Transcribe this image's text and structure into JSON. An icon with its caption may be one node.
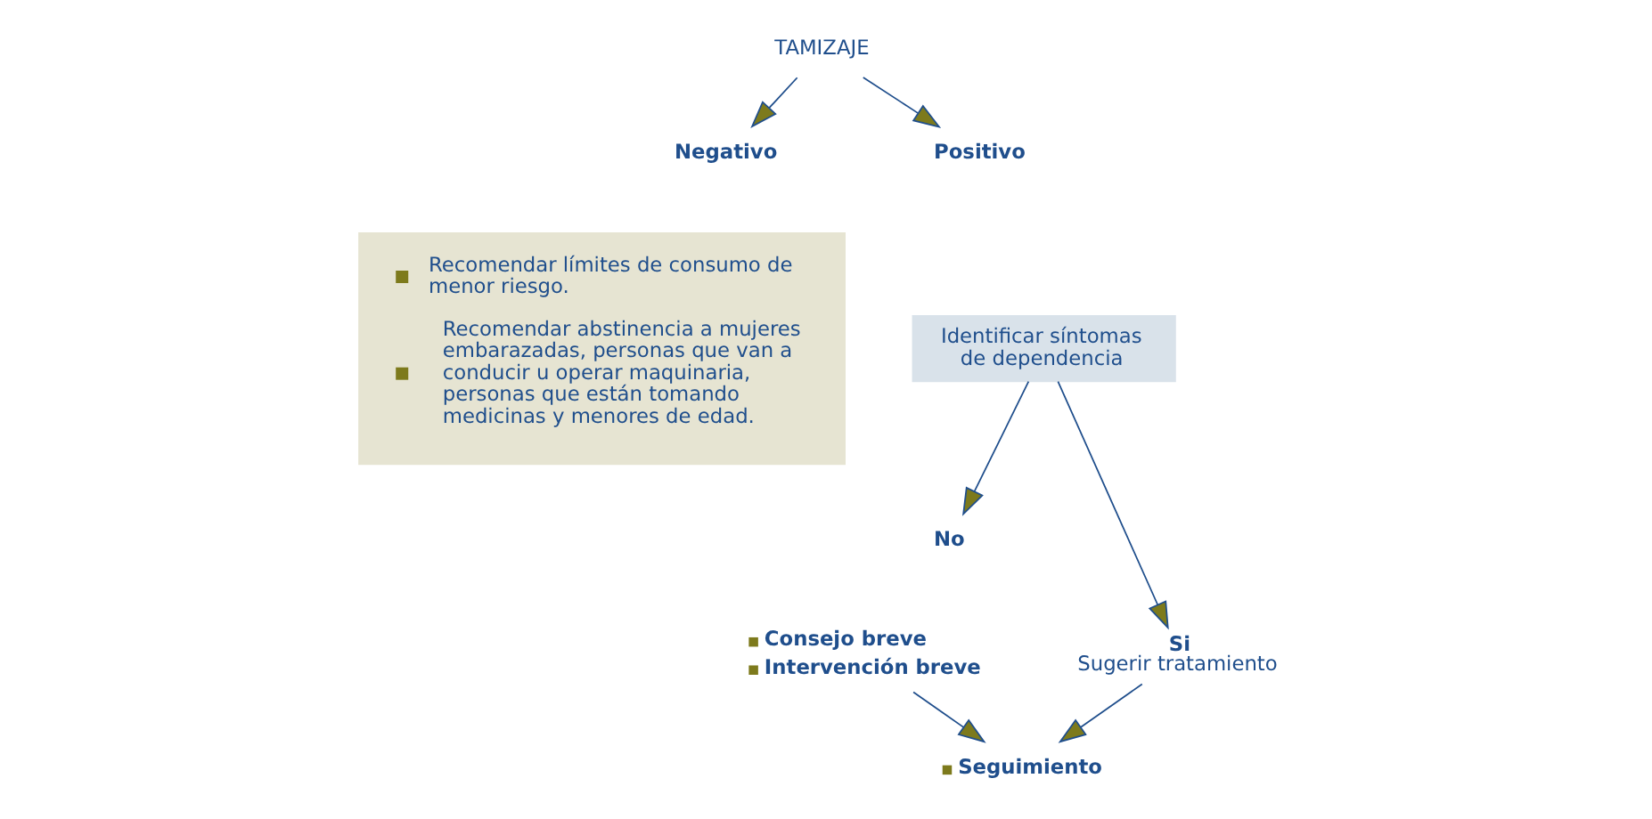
{
  "diagram": {
    "nodes": [
      {
        "text": [
          "TAMIZAJE"
        ]
      },
      {
        "text": [
          "Negativo"
        ]
      },
      {
        "text": [
          "Recomendar límites de consumo de menor riesgo.",
          "Recomendar abstinencia a mujeres embarazadas, personas que van a conducir u operar maquinaria, personas que están tomando medicinas y menores de edad."
        ]
      },
      {
        "text": [
          "Positivo"
        ]
      },
      {
        "text": [
          "Identificar síntomas de dependencia"
        ]
      },
      {
        "text": [
          "No"
        ]
      },
      {
        "text": [
          "Si",
          "Sugerir tratamiento"
        ]
      },
      {
        "text": [
          "Consejo breve",
          "Intervención breve"
        ]
      },
      {
        "text": [
          "Seguimiento"
        ]
      }
    ],
    "edges": [
      {
        "from": 0,
        "to": 1,
        "arrow": "to"
      },
      {
        "from": 0,
        "to": 3,
        "arrow": "to"
      },
      {
        "from": 4,
        "to": 5,
        "arrow": "to"
      },
      {
        "from": 4,
        "to": 6,
        "arrow": "to"
      },
      {
        "from": 6,
        "to": 8,
        "arrow": "to"
      },
      {
        "from": 7,
        "to": 8,
        "arrow": "to"
      }
    ]
  }
}
